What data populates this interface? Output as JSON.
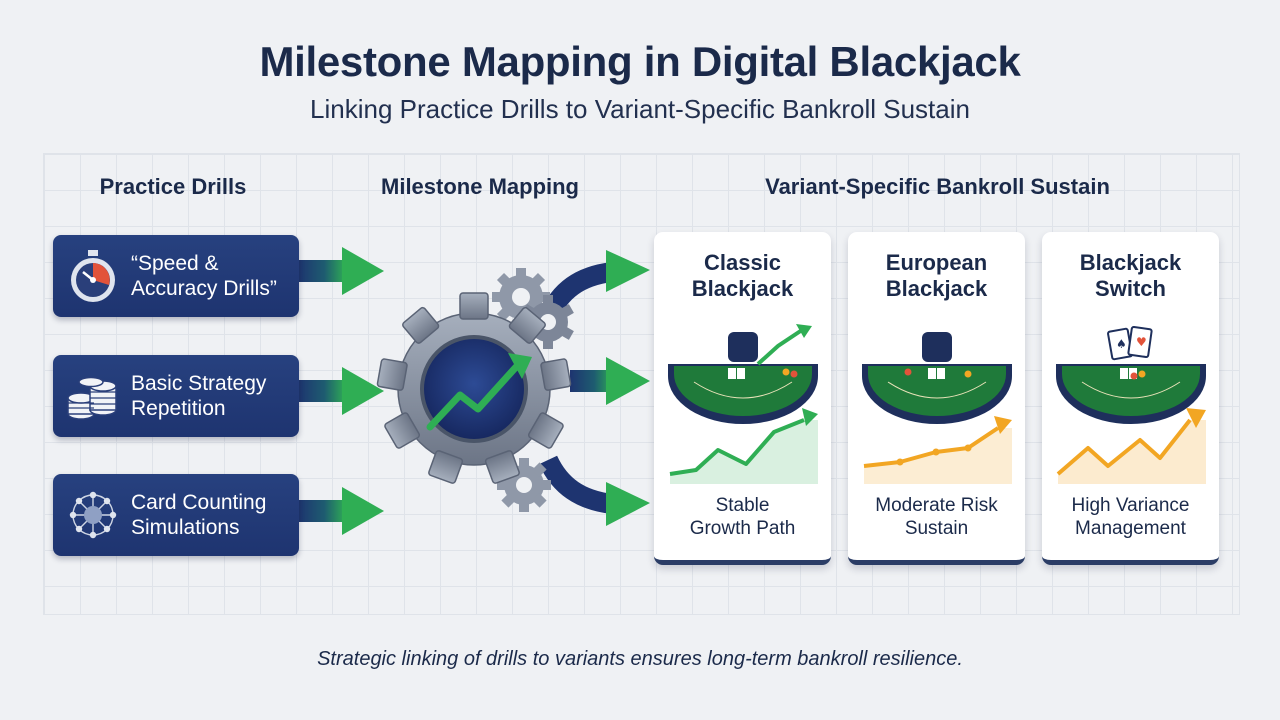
{
  "title": "Milestone Mapping in Digital Blackjack",
  "subtitle": "Linking Practice Drills to Variant-Specific Bankroll Sustain",
  "columns": {
    "drills": "Practice Drills",
    "mapping": "Milestone Mapping",
    "variants": "Variant-Specific Bankroll Sustain"
  },
  "drills": [
    {
      "line1": "“Speed &",
      "line2": "Accuracy Drills”",
      "icon": "stopwatch-icon"
    },
    {
      "line1": "Basic Strategy",
      "line2": "Repetition",
      "icon": "chip-stack-icon"
    },
    {
      "line1": "Card Counting",
      "line2": "Simulations",
      "icon": "network-brain-icon"
    }
  ],
  "variants": [
    {
      "title1": "Classic",
      "title2": "Blackjack",
      "cap1": "Stable",
      "cap2": "Growth Path",
      "trend_color": "#2fae54",
      "risk": "stable"
    },
    {
      "title1": "European",
      "title2": "Blackjack",
      "cap1": "Moderate Risk",
      "cap2": "Sustain",
      "trend_color": "#f2a623",
      "risk": "moderate"
    },
    {
      "title1": "Blackjack",
      "title2": "Switch",
      "cap1": "High Variance",
      "cap2": "Management",
      "trend_color": "#f2a623",
      "risk": "high"
    }
  ],
  "footer": "Strategic linking of drills to variants ensures long-term bankroll resilience.",
  "colors": {
    "navy": "#1e3470",
    "green": "#2fae54",
    "orange": "#f2a623",
    "felt": "#1f7a3a"
  }
}
